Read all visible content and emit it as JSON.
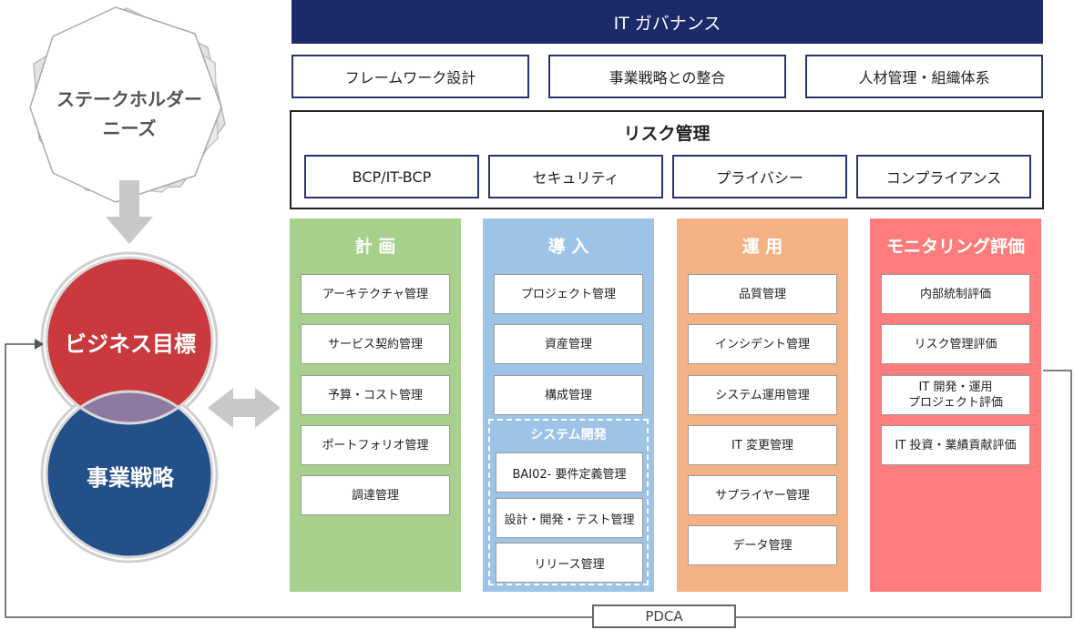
{
  "it_governance": {
    "title": "IT ガバナンス",
    "items": [
      "フレームワーク設計",
      "事業戦略との整合",
      "人材管理・組織体系"
    ]
  },
  "risk_management": {
    "title": "リスク管理",
    "items": [
      "BCP/IT-BCP",
      "セキュリティ",
      "プライバシー",
      "コンプライアンス"
    ]
  },
  "stakeholder": {
    "line1": "ステークホルダー",
    "line2": "ニーズ"
  },
  "business_goal": "ビジネス目標",
  "business_strategy": "事業戦略",
  "columns": [
    {
      "title": "計 画",
      "color": "#a8d08d",
      "items": [
        "アーキテクチャ管理",
        "サービス契約管理",
        "予算・コスト管理",
        "ポートフォリオ管理",
        "調達管理"
      ]
    },
    {
      "title": "導 入",
      "color": "#9dc3e6",
      "items": [
        "プロジェクト管理",
        "資産管理",
        "構成管理"
      ],
      "subgroup": {
        "title": "システム開発",
        "items": [
          "BAI02- 要件定義管理",
          "設計・開発・テスト管理",
          "リリース管理"
        ]
      }
    },
    {
      "title": "運 用",
      "color": "#f4b183",
      "items": [
        "品質管理",
        "インシデント管理",
        "システム運用管理",
        "IT 変更管理",
        "サプライヤー管理",
        "データ管理"
      ]
    },
    {
      "title": "モニタリング評価",
      "color": "#ff7c7c",
      "items": [
        "内部統制評価",
        "リスク管理評価",
        "IT 開発・運用\nプロジェクト評価",
        "IT 投資・業績貢献評価"
      ]
    }
  ],
  "cycle_label": "PDCA",
  "colors": {
    "navy": "#1c2a6b",
    "goal_red": "#c9393d",
    "strategy_blue": "#24508a",
    "overlap_purple": "#8e7aa0"
  }
}
